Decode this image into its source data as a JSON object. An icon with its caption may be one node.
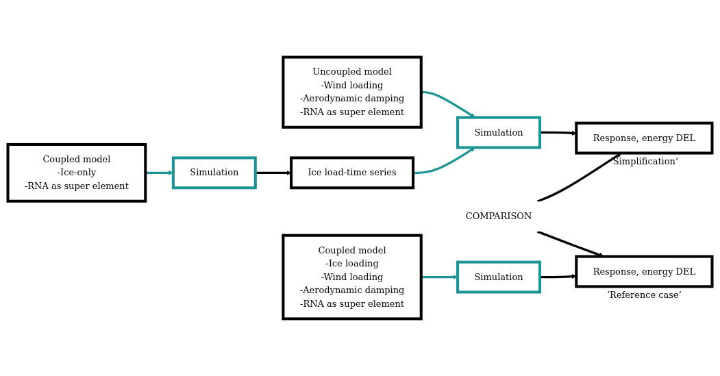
{
  "diagram": {
    "nodes": [
      {
        "text": [
          "Coupled model",
          "-Ice-only",
          "-RNA as super element"
        ]
      },
      {
        "text": [
          "Simulation"
        ]
      },
      {
        "text": [
          "Ice load-time series"
        ]
      },
      {
        "text": [
          "Uncoupled model",
          "-Wind loading",
          "-Aerodynamic damping",
          "-RNA as super element"
        ]
      },
      {
        "text": [
          "Simulation"
        ]
      },
      {
        "text": [
          "Coupled model",
          "-Ice loading",
          "-Wind loading",
          "-Aerodynamic damping",
          "-RNA as super element"
        ]
      },
      {
        "text": [
          "Simulation"
        ]
      },
      {
        "text": [
          "Response, energy DEL"
        ],
        "beside": [
          "‘Reference case’"
        ]
      },
      {
        "text": [
          "COMPARISON"
        ]
      },
      {
        "text": [
          "Response, energy DEL"
        ],
        "beside": [
          "‘Simplification’"
        ]
      }
    ],
    "edges": [
      {
        "from": 0,
        "to": 1,
        "arrow": "to",
        "color": "#1a9494"
      },
      {
        "from": 1,
        "to": 2,
        "arrow": "to",
        "color": "#000000"
      },
      {
        "from": 2,
        "to": 4,
        "arrow": "to",
        "color": "#1a9494"
      },
      {
        "from": 3,
        "to": 4,
        "arrow": "to",
        "color": "#1a9494"
      },
      {
        "from": 4,
        "to": 9,
        "arrow": "to",
        "color": "#000000"
      },
      {
        "from": 5,
        "to": 6,
        "arrow": "to",
        "color": "#1a9494"
      },
      {
        "from": 6,
        "to": 7,
        "arrow": "to",
        "color": "#000000"
      },
      {
        "from": 8,
        "to": 7,
        "arrow": "to",
        "color": "#000000"
      },
      {
        "from": 8,
        "to": 9,
        "arrow": "to",
        "color": "#000000"
      }
    ]
  }
}
